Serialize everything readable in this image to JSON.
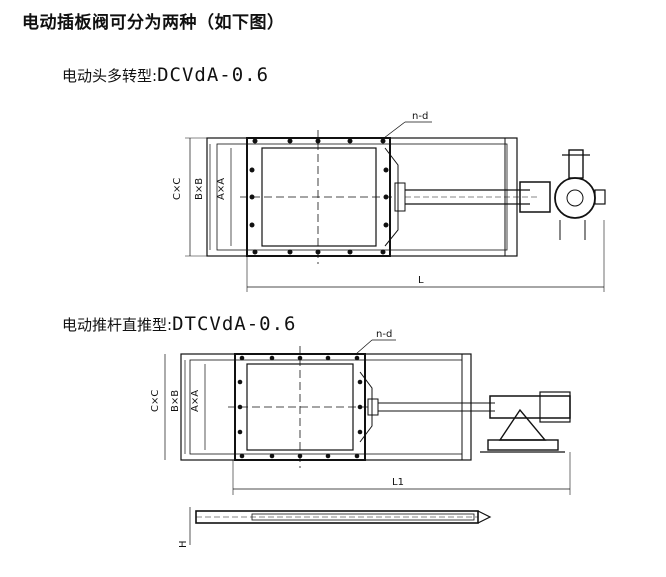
{
  "heading": "电动插板阀可分为两种（如下图）",
  "models": [
    {
      "name": "电动头多转型:",
      "code": "DCVdA-0.6"
    },
    {
      "name": "电动推杆直推型:",
      "code": "DTCVdA-0.6"
    }
  ],
  "dims": {
    "cc": "C×C",
    "bb": "B×B",
    "aa": "A×A",
    "nd": "n-d",
    "l": "L",
    "l1": "L1",
    "h": "H"
  }
}
